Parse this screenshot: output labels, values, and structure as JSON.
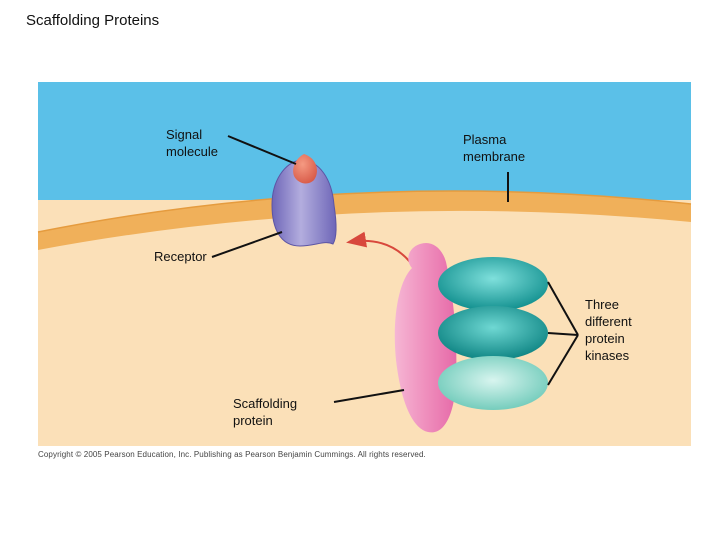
{
  "slide": {
    "title": "Scaffolding Proteins"
  },
  "labels": {
    "signal_molecule": "Signal\nmolecule",
    "plasma_membrane": "Plasma\nmembrane",
    "receptor": "Receptor",
    "kinases": "Three\ndifferent\nprotein\nkinases",
    "scaffolding_protein": "Scaffolding\nprotein"
  },
  "copyright": "Copyright © 2005 Pearson Education, Inc. Publishing as Pearson Benjamin Cummings. All rights reserved.",
  "colors": {
    "extracellular": "#5bc0e8",
    "membrane": "#f0b05a",
    "cytoplasm": "#fbe0b8",
    "receptor": "#9a93cf",
    "signal": "#e8705a",
    "scaffold": "#ef8fbd",
    "kinase_dark": "#1ea5a3",
    "kinase_light": "#7fd6c8",
    "arrow": "#d8483c"
  }
}
